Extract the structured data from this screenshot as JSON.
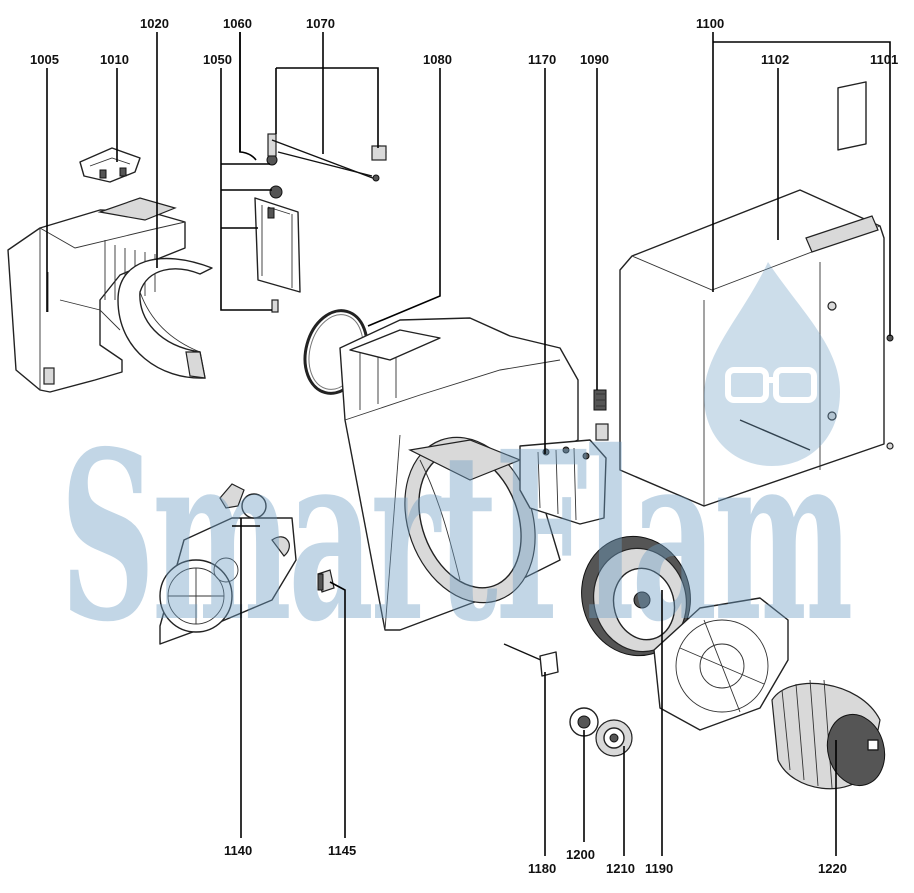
{
  "watermark": {
    "text": "SmartFlam",
    "color": "#6f9fc4"
  },
  "labels": {
    "l1005": "1005",
    "l1010": "1010",
    "l1020": "1020",
    "l1050": "1050",
    "l1060": "1060",
    "l1070": "1070",
    "l1080": "1080",
    "l1170": "1170",
    "l1090": "1090",
    "l1100": "1100",
    "l1102": "1102",
    "l1101": "1101",
    "l1140": "1140",
    "l1145": "1145",
    "l1180": "1180",
    "l1200": "1200",
    "l1210": "1210",
    "l1190": "1190",
    "l1220": "1220"
  }
}
